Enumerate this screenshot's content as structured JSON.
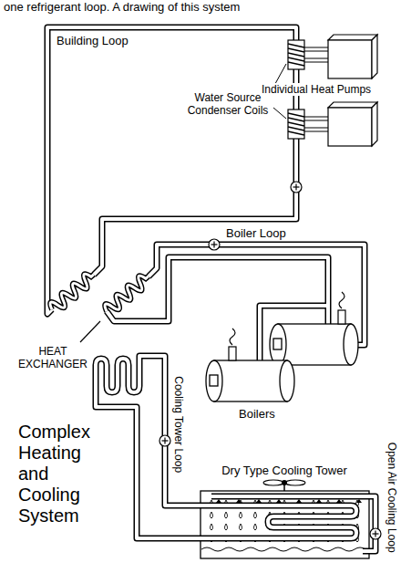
{
  "diagram": {
    "title": "Complex Heating and Cooling System",
    "labels": [
      "one refrigerant loop. A drawing of this system",
      "Building Loop",
      "Water Source Condenser Coils",
      "Individual Heat Pumps",
      "Boiler Loop",
      "HEAT EXCHANGER",
      "Boilers",
      "Cooling Tower Loop",
      "Dry Type Cooling Tower",
      "Open Air Cooling Loop"
    ]
  }
}
